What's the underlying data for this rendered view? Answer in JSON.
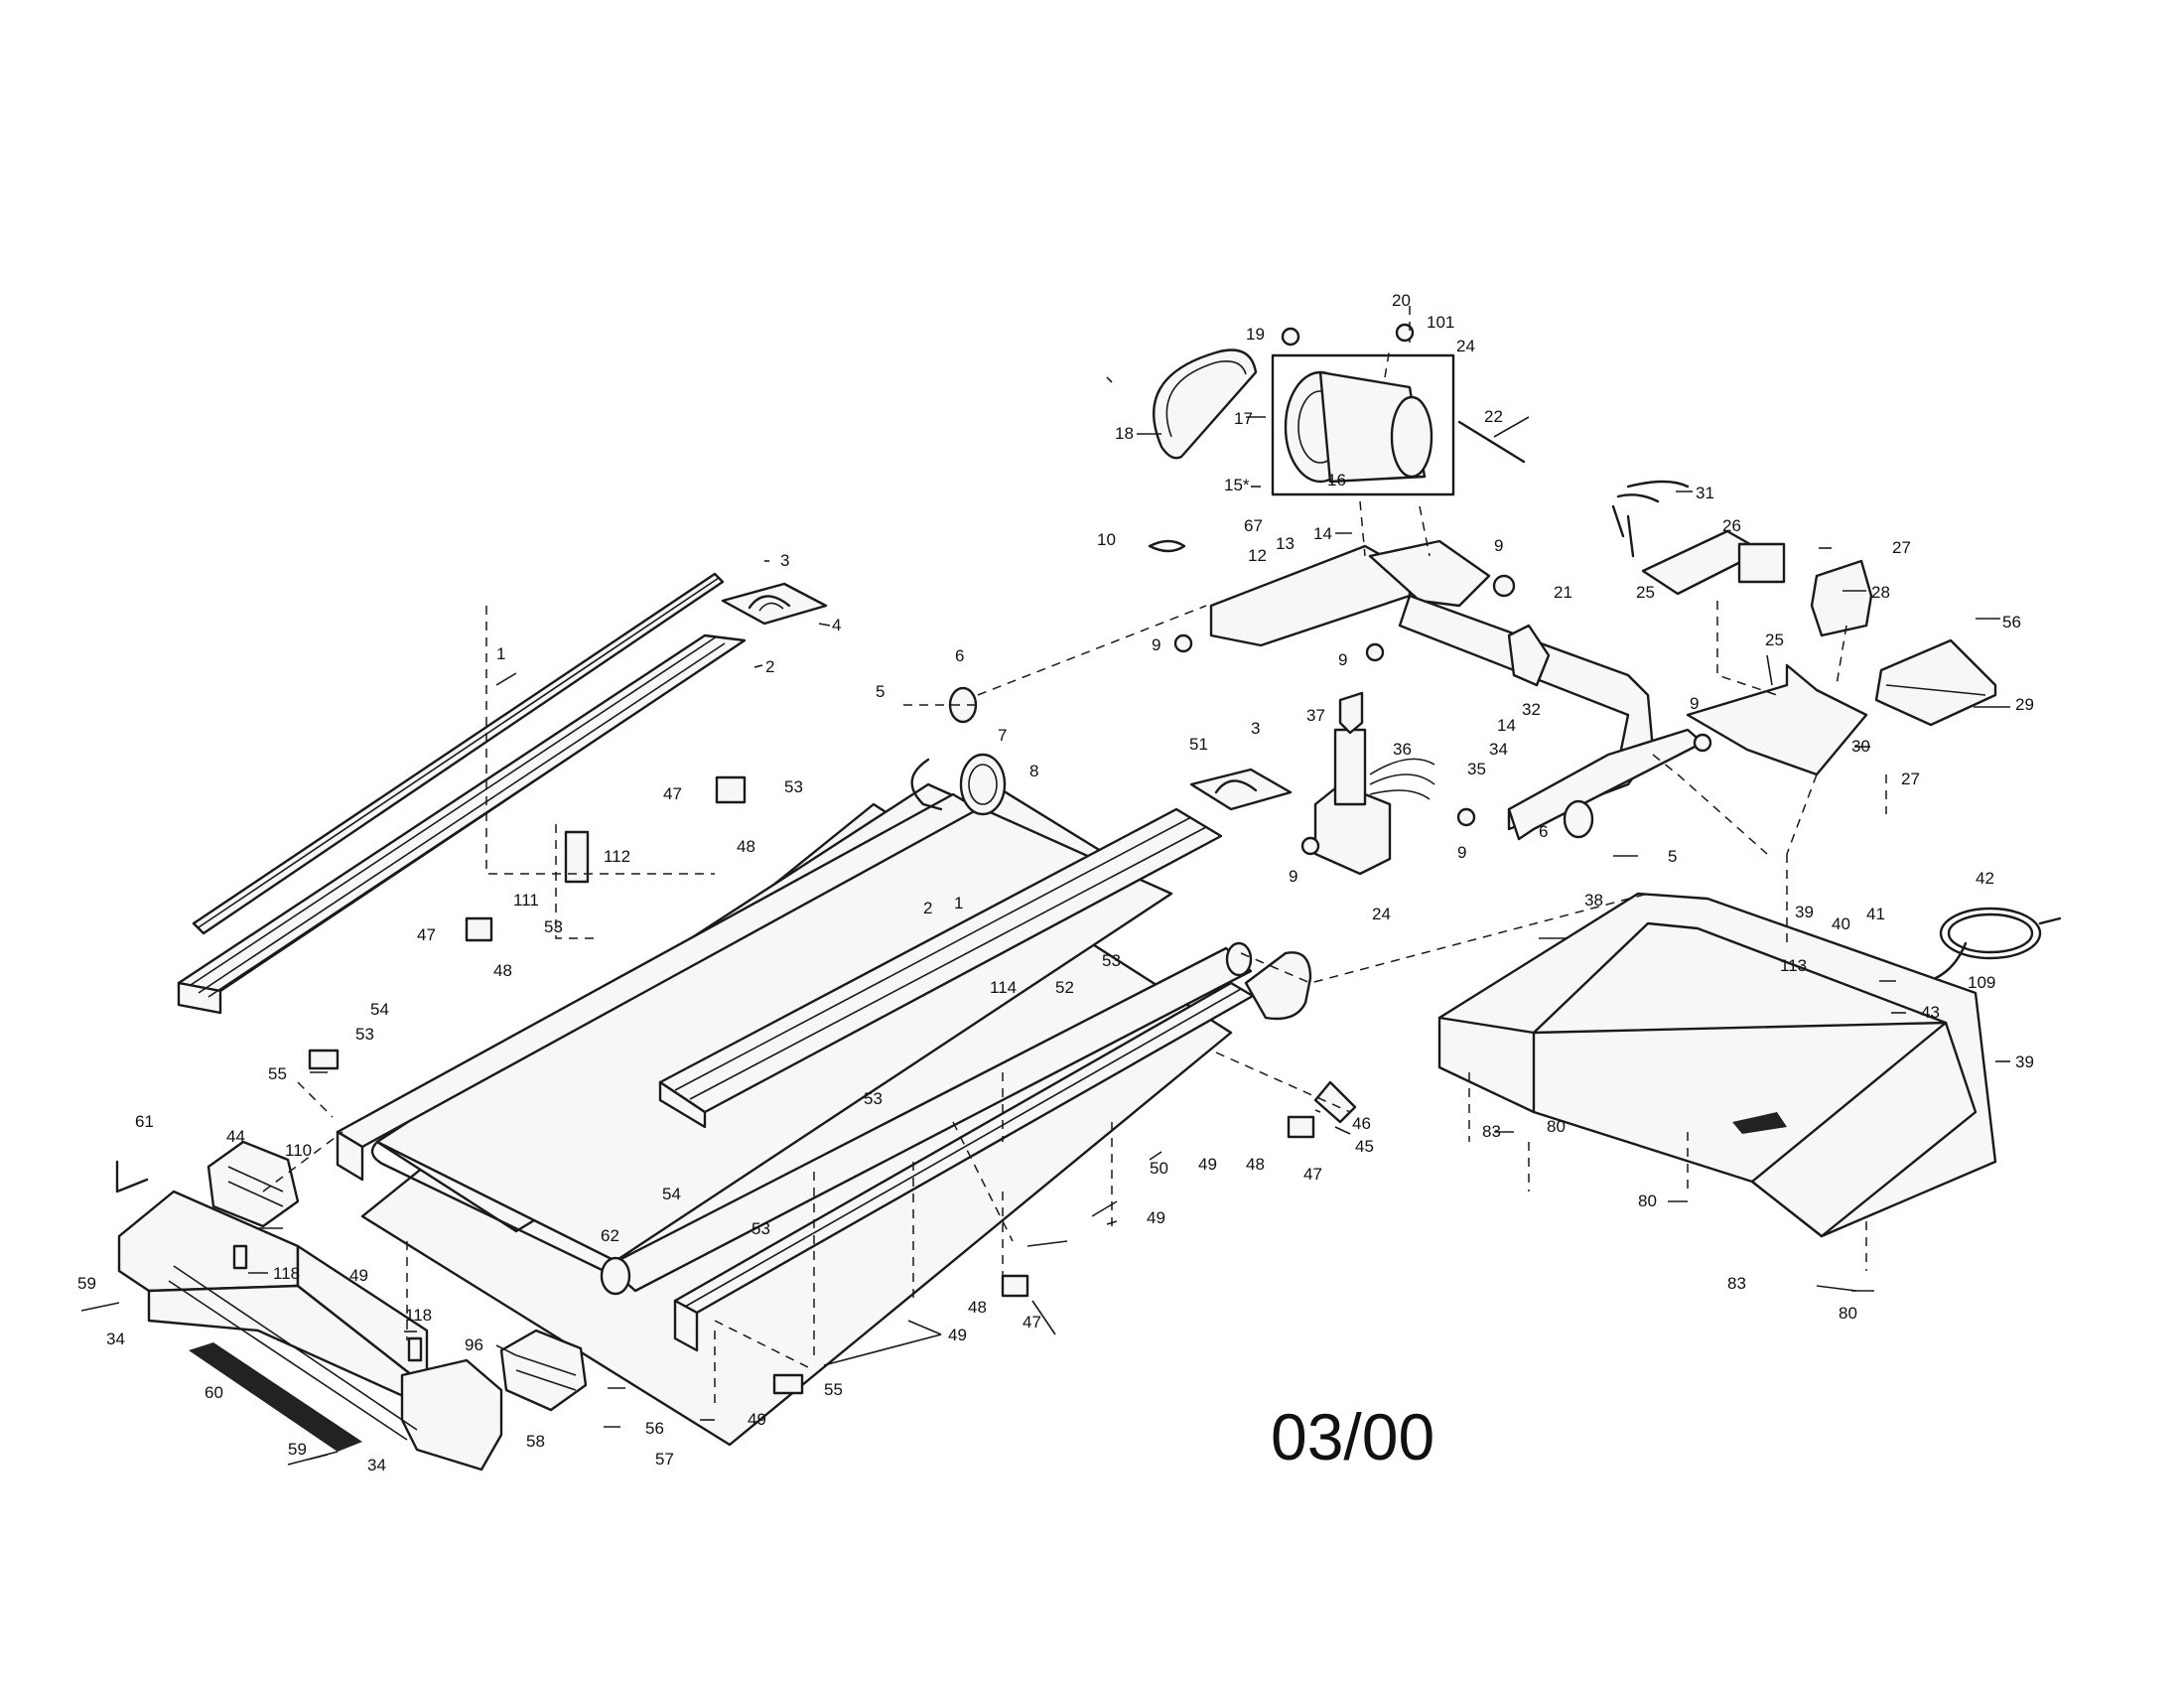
{
  "date_stamp": "03/00",
  "labels": [
    {
      "id": "p1a",
      "text": "1"
    },
    {
      "id": "p2a",
      "text": "2"
    },
    {
      "id": "p3a",
      "text": "3"
    },
    {
      "id": "p4",
      "text": "4"
    },
    {
      "id": "p5a",
      "text": "5"
    },
    {
      "id": "p6a",
      "text": "6"
    },
    {
      "id": "p7",
      "text": "7"
    },
    {
      "id": "p8",
      "text": "8"
    },
    {
      "id": "p9a",
      "text": "9"
    },
    {
      "id": "p9b",
      "text": "9"
    },
    {
      "id": "p9c",
      "text": "9"
    },
    {
      "id": "p9d",
      "text": "9"
    },
    {
      "id": "p9e",
      "text": "9"
    },
    {
      "id": "p9f",
      "text": "9"
    },
    {
      "id": "p10",
      "text": "10"
    },
    {
      "id": "p12",
      "text": "12"
    },
    {
      "id": "p13",
      "text": "13"
    },
    {
      "id": "p14a",
      "text": "14"
    },
    {
      "id": "p14b",
      "text": "14"
    },
    {
      "id": "p15",
      "text": "15*"
    },
    {
      "id": "p16",
      "text": "16"
    },
    {
      "id": "p17",
      "text": "17"
    },
    {
      "id": "p18",
      "text": "18"
    },
    {
      "id": "p19",
      "text": "19"
    },
    {
      "id": "p20",
      "text": "20"
    },
    {
      "id": "p101",
      "text": "101"
    },
    {
      "id": "p24a",
      "text": "24"
    },
    {
      "id": "p22",
      "text": "22"
    },
    {
      "id": "p67",
      "text": "67"
    },
    {
      "id": "p21",
      "text": "21"
    },
    {
      "id": "p31",
      "text": "31"
    },
    {
      "id": "p26",
      "text": "26"
    },
    {
      "id": "p27a",
      "text": "27"
    },
    {
      "id": "p28",
      "text": "28"
    },
    {
      "id": "p25a",
      "text": "25"
    },
    {
      "id": "p25b",
      "text": "25"
    },
    {
      "id": "p56a",
      "text": "56"
    },
    {
      "id": "p29",
      "text": "29"
    },
    {
      "id": "p30",
      "text": "30"
    },
    {
      "id": "p27b",
      "text": "27"
    },
    {
      "id": "p32",
      "text": "32"
    },
    {
      "id": "p34a",
      "text": "34"
    },
    {
      "id": "p35",
      "text": "35"
    },
    {
      "id": "p36",
      "text": "36"
    },
    {
      "id": "p37",
      "text": "37"
    },
    {
      "id": "p3b",
      "text": "3"
    },
    {
      "id": "p51",
      "text": "51"
    },
    {
      "id": "p6b",
      "text": "6"
    },
    {
      "id": "p5b",
      "text": "5"
    },
    {
      "id": "p24b",
      "text": "24"
    },
    {
      "id": "p38",
      "text": "38"
    },
    {
      "id": "p39a",
      "text": "39"
    },
    {
      "id": "p40",
      "text": "40"
    },
    {
      "id": "p41",
      "text": "41"
    },
    {
      "id": "p42",
      "text": "42"
    },
    {
      "id": "p113",
      "text": "113"
    },
    {
      "id": "p109",
      "text": "109"
    },
    {
      "id": "p43",
      "text": "43"
    },
    {
      "id": "p39b",
      "text": "39"
    },
    {
      "id": "p83a",
      "text": "83"
    },
    {
      "id": "p80a",
      "text": "80"
    },
    {
      "id": "p80b",
      "text": "80"
    },
    {
      "id": "p83b",
      "text": "83"
    },
    {
      "id": "p80c",
      "text": "80"
    },
    {
      "id": "p47a",
      "text": "47"
    },
    {
      "id": "p48a",
      "text": "48"
    },
    {
      "id": "p53a",
      "text": "53"
    },
    {
      "id": "p112",
      "text": "112"
    },
    {
      "id": "p111",
      "text": "111"
    },
    {
      "id": "p47b",
      "text": "47"
    },
    {
      "id": "p53b",
      "text": "53"
    },
    {
      "id": "p48b",
      "text": "48"
    },
    {
      "id": "p2b",
      "text": "2"
    },
    {
      "id": "p1b",
      "text": "1"
    },
    {
      "id": "p54a",
      "text": "54"
    },
    {
      "id": "p53c",
      "text": "53"
    },
    {
      "id": "p55a",
      "text": "55"
    },
    {
      "id": "p114",
      "text": "114"
    },
    {
      "id": "p52",
      "text": "52"
    },
    {
      "id": "p53d",
      "text": "53"
    },
    {
      "id": "p53e",
      "text": "53"
    },
    {
      "id": "p46",
      "text": "46"
    },
    {
      "id": "p45",
      "text": "45"
    },
    {
      "id": "p49a",
      "text": "49"
    },
    {
      "id": "p48c",
      "text": "48"
    },
    {
      "id": "p47c",
      "text": "47"
    },
    {
      "id": "p50",
      "text": "50"
    },
    {
      "id": "p49b",
      "text": "49"
    },
    {
      "id": "p54b",
      "text": "54"
    },
    {
      "id": "p53f",
      "text": "53"
    },
    {
      "id": "p61",
      "text": "61"
    },
    {
      "id": "p44",
      "text": "44"
    },
    {
      "id": "p110",
      "text": "110"
    },
    {
      "id": "p118a",
      "text": "118"
    },
    {
      "id": "p62",
      "text": "62"
    },
    {
      "id": "p49c",
      "text": "49"
    },
    {
      "id": "p48d",
      "text": "48"
    },
    {
      "id": "p47d",
      "text": "47"
    },
    {
      "id": "p49d",
      "text": "49"
    },
    {
      "id": "p59a",
      "text": "59"
    },
    {
      "id": "p34b",
      "text": "34"
    },
    {
      "id": "p118b",
      "text": "118"
    },
    {
      "id": "p96",
      "text": "96"
    },
    {
      "id": "p60",
      "text": "60"
    },
    {
      "id": "p55b",
      "text": "55"
    },
    {
      "id": "p49e",
      "text": "49"
    },
    {
      "id": "p58",
      "text": "58"
    },
    {
      "id": "p56b",
      "text": "56"
    },
    {
      "id": "p57",
      "text": "57"
    },
    {
      "id": "p59b",
      "text": "59"
    },
    {
      "id": "p34c",
      "text": "34"
    }
  ]
}
